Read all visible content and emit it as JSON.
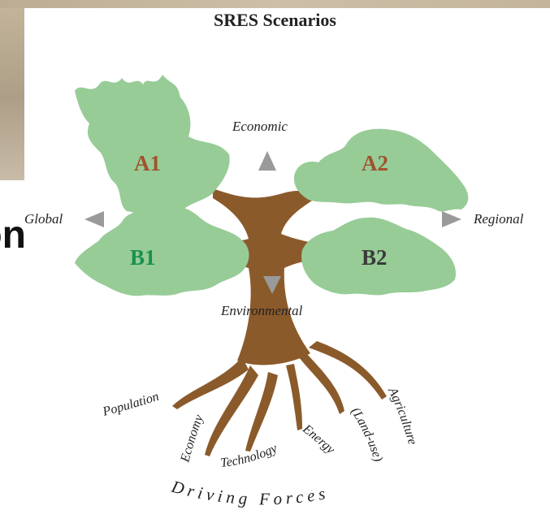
{
  "title": "SRES Scenarios",
  "axes": {
    "economic": "Economic",
    "environmental": "Environmental",
    "global": "Global",
    "regional": "Regional"
  },
  "scenarios": [
    {
      "label": "A1",
      "color": "#a0522d"
    },
    {
      "label": "A2",
      "color": "#a0522d"
    },
    {
      "label": "B1",
      "color": "#1a9050"
    },
    {
      "label": "B2",
      "color": "#3a3a3a"
    }
  ],
  "roots": {
    "population": "Population",
    "economy": "Economy",
    "technology": "Technology",
    "energy": "Energy",
    "land_use": "(Land-use)",
    "agriculture": "Agriculture"
  },
  "footer": "Driving Forces",
  "slide_fragment": "on",
  "colors": {
    "foliage": "#97cc97",
    "trunk": "#8b5a2b",
    "arrow": "#9a9a9a",
    "background_panel": "#b7a88f"
  }
}
